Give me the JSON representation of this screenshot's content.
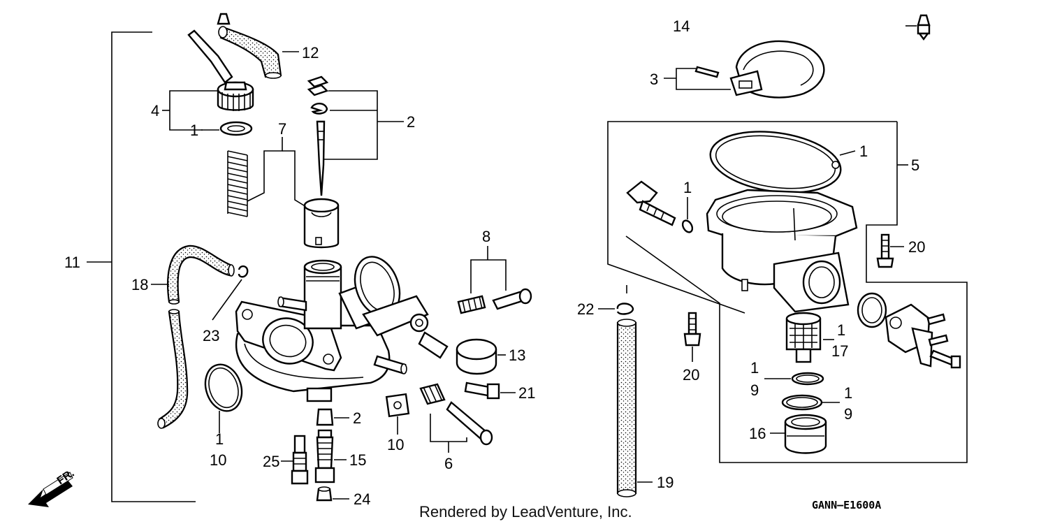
{
  "diagram": {
    "callouts": {
      "c14": "14",
      "c3": "3",
      "c12": "12",
      "c2a": "2",
      "c4": "4",
      "c1a": "1",
      "c7": "7",
      "c11": "11",
      "c1b": "1",
      "c5": "5",
      "c1c": "1",
      "c20a": "20",
      "c8": "8",
      "c18": "18",
      "c23": "23",
      "c22": "22",
      "c13": "13",
      "c1d": "1",
      "c17": "17",
      "c20b": "20",
      "c1e": "1",
      "c9a": "9",
      "c1f": "1",
      "c9b": "9",
      "c21": "21",
      "c1g": "1",
      "c10a": "10",
      "c2b": "2",
      "c10b": "10",
      "c6": "6",
      "c16": "16",
      "c25": "25",
      "c15": "15",
      "c19": "19",
      "c24": "24"
    },
    "front_arrow_label": "FR.",
    "footer_credit": "Rendered by LeadVenture, Inc.",
    "diagram_code": "GANN–E1600A"
  }
}
